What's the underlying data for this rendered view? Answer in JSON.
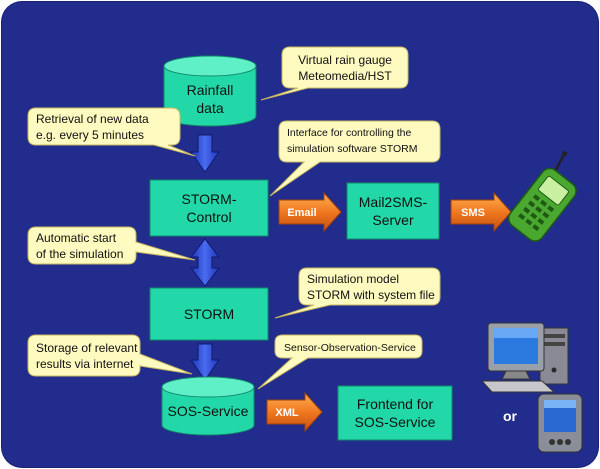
{
  "nodes": {
    "rainfall": {
      "line1": "Rainfall",
      "line2": "data"
    },
    "storm_control": {
      "line1": "STORM-",
      "line2": "Control"
    },
    "mail2sms": {
      "line1": "Mail2SMS-",
      "line2": "Server"
    },
    "storm": {
      "line1": "STORM"
    },
    "sos": {
      "line1": "SOS-Service"
    },
    "frontend": {
      "line1": "Frontend for",
      "line2": "SOS-Service"
    }
  },
  "callouts": {
    "virtual_gauge": {
      "line1": "Virtual rain gauge",
      "line2": "Meteomedia/HST"
    },
    "retrieval": {
      "line1": "Retrieval of new data",
      "line2": "e.g. every 5 minutes"
    },
    "interface": {
      "line1": "Interface for controlling the",
      "line2": "simulation software STORM"
    },
    "auto_start": {
      "line1": "Automatic start",
      "line2": "of the simulation"
    },
    "sim_model": {
      "line1": "Simulation model",
      "line2": "STORM with system file"
    },
    "storage": {
      "line1": "Storage of relevant",
      "line2": "results via internet"
    },
    "sos_desc": {
      "line1": "Sensor-Observation-Service"
    }
  },
  "arrow_labels": {
    "email": "Email",
    "sms": "SMS",
    "xml": "XML"
  },
  "or_label": "or",
  "colors": {
    "background": "#212c8c",
    "node_fill": "#22d8a8",
    "callout_fill": "#fefac0",
    "flow_arrow": "#2e4bd8",
    "tag_arrow": "#f07820"
  },
  "icons": [
    "mobile-phone-icon",
    "desktop-computer-icon",
    "pda-icon"
  ]
}
